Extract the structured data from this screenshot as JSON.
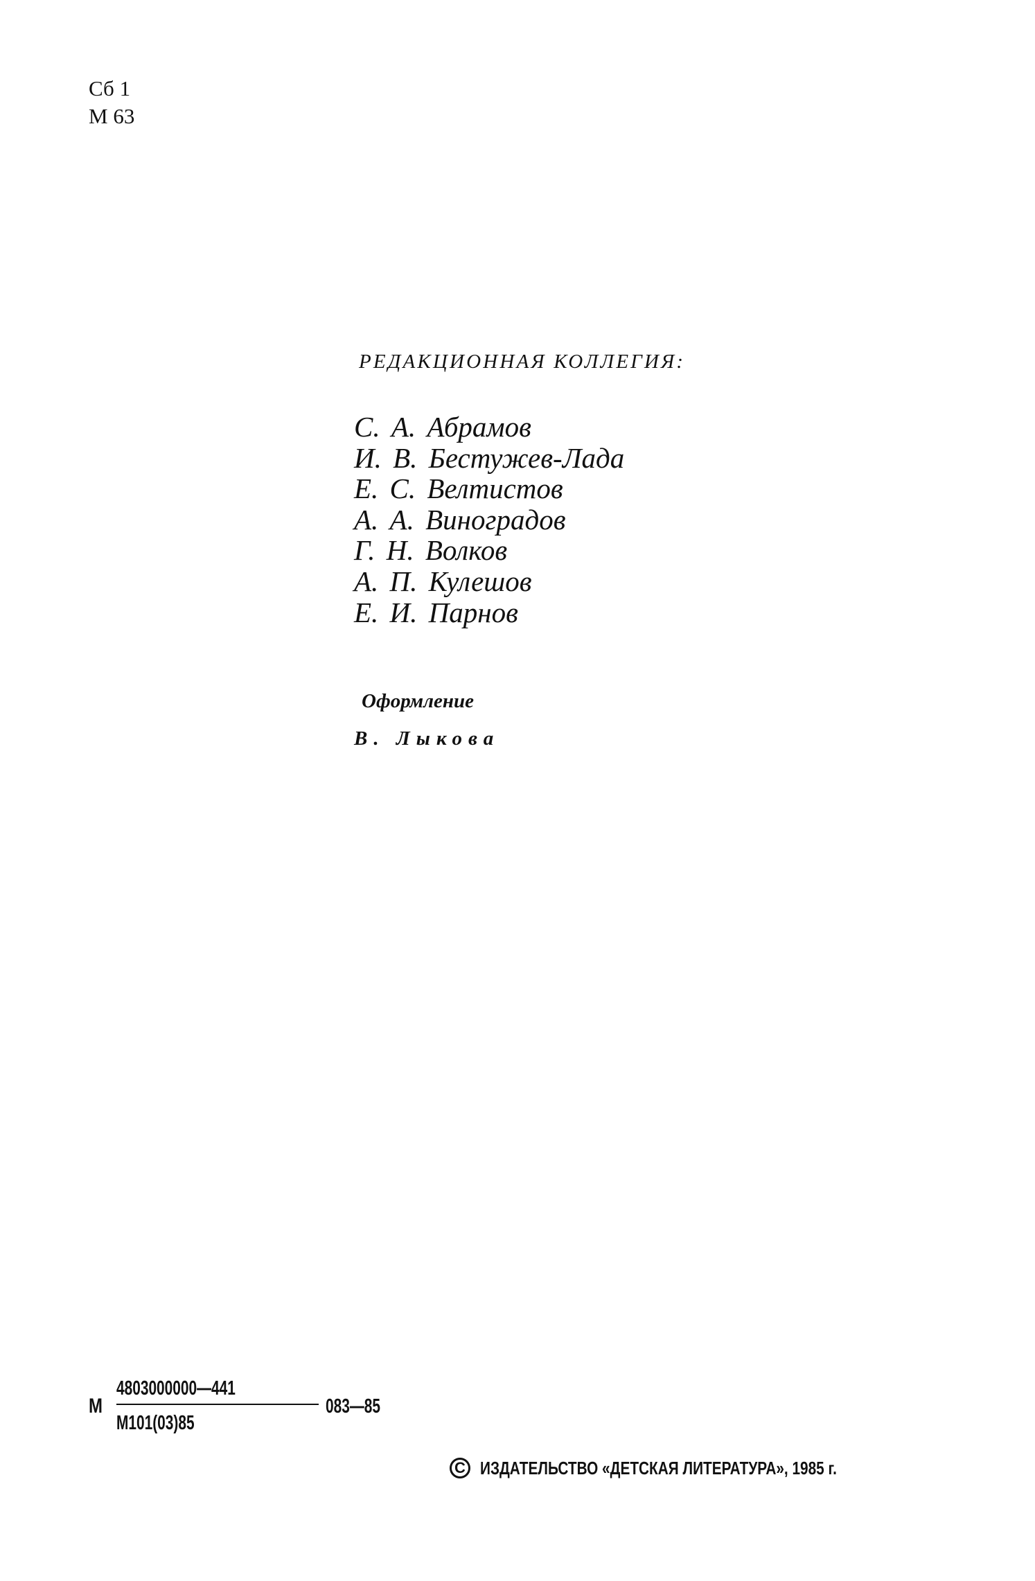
{
  "index": {
    "line1": "Сб 1",
    "line2": "М 63"
  },
  "editorial_board": {
    "heading": "РЕДАКЦИОННАЯ КОЛЛЕГИЯ:",
    "members": [
      "С. А. Абрамов",
      "И. В. Бестужев-Лада",
      "Е. С. Велтистов",
      "А. А. Виноградов",
      "Г. Н. Волков",
      "А. П. Кулешов",
      "Е. И. Парнов"
    ]
  },
  "design": {
    "label": "Оформление",
    "designer": "В. Лыкова"
  },
  "code": {
    "prefix": "М",
    "numerator": "4803000000—441",
    "denominator": "М101(03)85",
    "suffix": "083—85"
  },
  "copyright": {
    "symbol": "C",
    "text": "ИЗДАТЕЛЬСТВО «ДЕТСКАЯ ЛИТЕРАТУРА», 1985 г."
  }
}
